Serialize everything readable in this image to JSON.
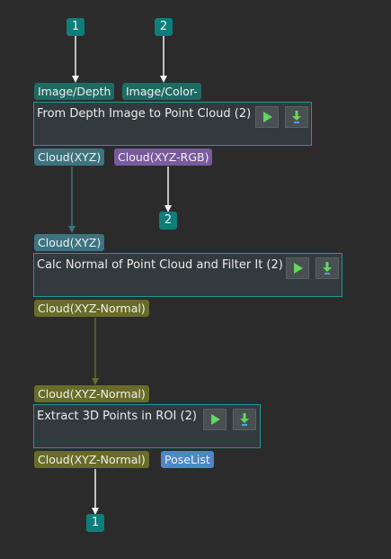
{
  "inputs": {
    "in1": "1",
    "in2": "2"
  },
  "node1": {
    "title": "From Depth Image to Point Cloud (2)",
    "in_ports": [
      "Image/Depth",
      "Image/Color-"
    ],
    "out_ports": [
      "Cloud(XYZ)",
      "Cloud(XYZ-RGB)"
    ],
    "run_icon": "play-icon",
    "step_icon": "download-arrow-icon"
  },
  "node2": {
    "title": "Calc Normal of Point Cloud and Filter It (2)",
    "in_ports": [
      "Cloud(XYZ)"
    ],
    "out_ports": [
      "Cloud(XYZ-Normal)"
    ],
    "run_icon": "play-icon",
    "step_icon": "download-arrow-icon"
  },
  "node3": {
    "title": "Extract 3D Points in ROI (2)",
    "in_ports": [
      "Cloud(XYZ-Normal)"
    ],
    "out_ports": [
      "Cloud(XYZ-Normal)",
      "PoseList"
    ],
    "run_icon": "play-icon",
    "step_icon": "download-arrow-icon"
  },
  "outputs": {
    "out2": "2",
    "out1": "1"
  },
  "colors": {
    "background": "#2b2b2b",
    "node_border": "#1a9c98",
    "node_fill": "#323a3d",
    "badge": "#0e7e7a",
    "port_image": "#1e6b62",
    "port_cloud_xyz": "#3d7480",
    "port_cloud_rgb": "#7a5a9e",
    "port_cloud_normal": "#686c28",
    "port_poselist": "#4c87c6",
    "play_green": "#5fd85f"
  }
}
